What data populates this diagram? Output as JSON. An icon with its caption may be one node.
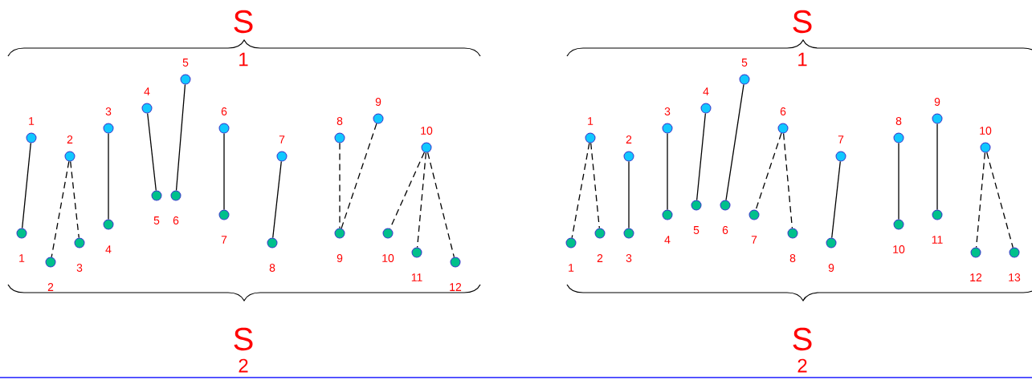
{
  "diagram": {
    "nodes": [
      {
        "text": [],
        "shape": "circle",
        "beside": [
          "1"
        ]
      },
      {
        "text": [],
        "shape": "circle",
        "beside": [
          "2"
        ]
      },
      {
        "text": [],
        "shape": "circle",
        "beside": [
          "3"
        ]
      },
      {
        "text": [],
        "shape": "circle",
        "beside": [
          "4"
        ]
      },
      {
        "text": [],
        "shape": "circle",
        "beside": [
          "5"
        ]
      },
      {
        "text": [],
        "shape": "circle",
        "beside": [
          "6"
        ]
      },
      {
        "text": [],
        "shape": "circle",
        "beside": [
          "7"
        ]
      },
      {
        "text": [],
        "shape": "circle",
        "beside": [
          "8"
        ]
      },
      {
        "text": [],
        "shape": "circle",
        "beside": [
          "9"
        ]
      },
      {
        "text": [],
        "shape": "circle",
        "beside": [
          "10"
        ]
      },
      {
        "text": [],
        "shape": "circle",
        "beside": [
          "1"
        ]
      },
      {
        "text": [],
        "shape": "circle",
        "beside": [
          "2"
        ]
      },
      {
        "text": [],
        "shape": "circle",
        "beside": [
          "3"
        ]
      },
      {
        "text": [],
        "shape": "circle",
        "beside": [
          "4"
        ]
      },
      {
        "text": [],
        "shape": "circle",
        "beside": [
          "5"
        ]
      },
      {
        "text": [],
        "shape": "circle",
        "beside": [
          "6"
        ]
      },
      {
        "text": [],
        "shape": "circle",
        "beside": [
          "7"
        ]
      },
      {
        "text": [],
        "shape": "circle",
        "beside": [
          "8"
        ]
      },
      {
        "text": [],
        "shape": "circle",
        "beside": [
          "9"
        ]
      },
      {
        "text": [],
        "shape": "circle",
        "beside": [
          "10"
        ]
      },
      {
        "text": [],
        "shape": "circle",
        "beside": [
          "11"
        ]
      },
      {
        "text": [],
        "shape": "circle",
        "beside": [
          "12"
        ]
      },
      {
        "text": [],
        "shape": "circle",
        "beside": [
          "1"
        ]
      },
      {
        "text": [],
        "shape": "circle",
        "beside": [
          "2"
        ]
      },
      {
        "text": [],
        "shape": "circle",
        "beside": [
          "3"
        ]
      },
      {
        "text": [],
        "shape": "circle",
        "beside": [
          "4"
        ]
      },
      {
        "text": [],
        "shape": "circle",
        "beside": [
          "5"
        ]
      },
      {
        "text": [],
        "shape": "circle",
        "beside": [
          "6"
        ]
      },
      {
        "text": [],
        "shape": "circle",
        "beside": [
          "7"
        ]
      },
      {
        "text": [],
        "shape": "circle",
        "beside": [
          "8"
        ]
      },
      {
        "text": [],
        "shape": "circle",
        "beside": [
          "9"
        ]
      },
      {
        "text": [],
        "shape": "circle",
        "beside": [
          "10"
        ]
      },
      {
        "text": [],
        "shape": "circle",
        "beside": [
          "1"
        ]
      },
      {
        "text": [],
        "shape": "circle",
        "beside": [
          "2"
        ]
      },
      {
        "text": [],
        "shape": "circle",
        "beside": [
          "3"
        ]
      },
      {
        "text": [],
        "shape": "circle",
        "beside": [
          "4"
        ]
      },
      {
        "text": [],
        "shape": "circle",
        "beside": [
          "5"
        ]
      },
      {
        "text": [],
        "shape": "circle",
        "beside": [
          "6"
        ]
      },
      {
        "text": [],
        "shape": "circle",
        "beside": [
          "7"
        ]
      },
      {
        "text": [],
        "shape": "circle",
        "beside": [
          "8"
        ]
      },
      {
        "text": [],
        "shape": "circle",
        "beside": [
          "9"
        ]
      },
      {
        "text": [],
        "shape": "circle",
        "beside": [
          "10"
        ]
      },
      {
        "text": [],
        "shape": "circle",
        "beside": [
          "11"
        ]
      },
      {
        "text": [],
        "shape": "circle",
        "beside": [
          "12"
        ]
      },
      {
        "text": [],
        "shape": "circle",
        "beside": [
          "13"
        ]
      }
    ],
    "edges": [
      {
        "from": 0,
        "to": 10,
        "arrow": "none"
      },
      {
        "from": 1,
        "to": 11,
        "arrow": "none",
        "style": "dashed"
      },
      {
        "from": 1,
        "to": 12,
        "arrow": "none",
        "style": "dashed"
      },
      {
        "from": 2,
        "to": 13,
        "arrow": "none"
      },
      {
        "from": 3,
        "to": 14,
        "arrow": "none"
      },
      {
        "from": 4,
        "to": 15,
        "arrow": "none"
      },
      {
        "from": 5,
        "to": 16,
        "arrow": "none"
      },
      {
        "from": 6,
        "to": 17,
        "arrow": "none"
      },
      {
        "from": 7,
        "to": 18,
        "arrow": "none",
        "style": "dashed"
      },
      {
        "from": 8,
        "to": 18,
        "arrow": "none",
        "style": "dashed"
      },
      {
        "from": 9,
        "to": 19,
        "arrow": "none",
        "style": "dashed"
      },
      {
        "from": 9,
        "to": 20,
        "arrow": "none",
        "style": "dashed"
      },
      {
        "from": 9,
        "to": 21,
        "arrow": "none",
        "style": "dashed"
      },
      {
        "from": 22,
        "to": 32,
        "arrow": "none",
        "style": "dashed"
      },
      {
        "from": 22,
        "to": 33,
        "arrow": "none",
        "style": "dashed"
      },
      {
        "from": 23,
        "to": 34,
        "arrow": "none"
      },
      {
        "from": 24,
        "to": 35,
        "arrow": "none"
      },
      {
        "from": 25,
        "to": 36,
        "arrow": "none"
      },
      {
        "from": 26,
        "to": 37,
        "arrow": "none"
      },
      {
        "from": 27,
        "to": 38,
        "arrow": "none",
        "style": "dashed"
      },
      {
        "from": 27,
        "to": 39,
        "arrow": "none",
        "style": "dashed"
      },
      {
        "from": 28,
        "to": 40,
        "arrow": "none"
      },
      {
        "from": 29,
        "to": 41,
        "arrow": "none"
      },
      {
        "from": 30,
        "to": 42,
        "arrow": "none"
      },
      {
        "from": 31,
        "to": 43,
        "arrow": "none",
        "style": "dashed"
      },
      {
        "from": 31,
        "to": 44,
        "arrow": "none",
        "style": "dashed"
      }
    ],
    "labels": [
      "S",
      "1",
      "S",
      "1",
      "S",
      "2",
      "S",
      "2"
    ]
  }
}
